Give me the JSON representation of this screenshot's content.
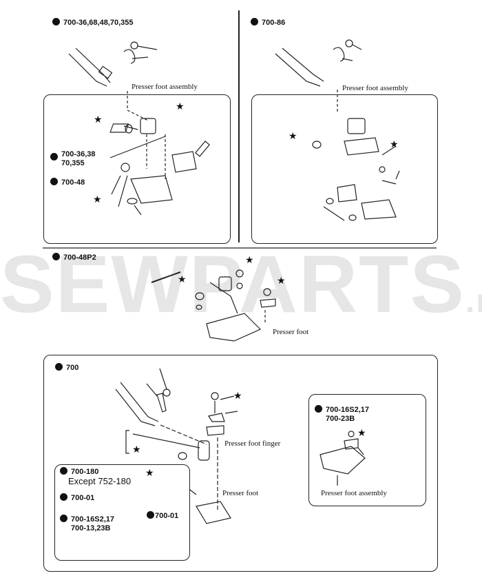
{
  "watermark": {
    "text": "SEWPARTS",
    ".ru": ".ru",
    "suffix": ".ru"
  },
  "sections": {
    "top_left": {
      "title": "700-36,68,48,70,355",
      "caption": "Presser foot assembly",
      "variant_a": [
        "700-36,38",
        "70,355"
      ],
      "variant_b": "700-48"
    },
    "top_right": {
      "title": "700-86",
      "caption": "Presser foot assembly"
    },
    "middle": {
      "title": "700-48P2",
      "caption": "Presser foot"
    },
    "bottom": {
      "title": "700",
      "finger_caption": "Presser foot finger",
      "foot_caption": "Presser foot",
      "inset_right": {
        "title_lines": [
          "700-16S2,17",
          "700-23B"
        ],
        "caption": "Presser foot assembly"
      },
      "inset_left": {
        "line1": "700-180",
        "line2": "Except 752-180",
        "variant_a": "700-01",
        "variant_b_lines": [
          "700-16S2,17",
          "700-13,23B"
        ],
        "callout": "700-01"
      }
    }
  },
  "star_symbol": "★"
}
